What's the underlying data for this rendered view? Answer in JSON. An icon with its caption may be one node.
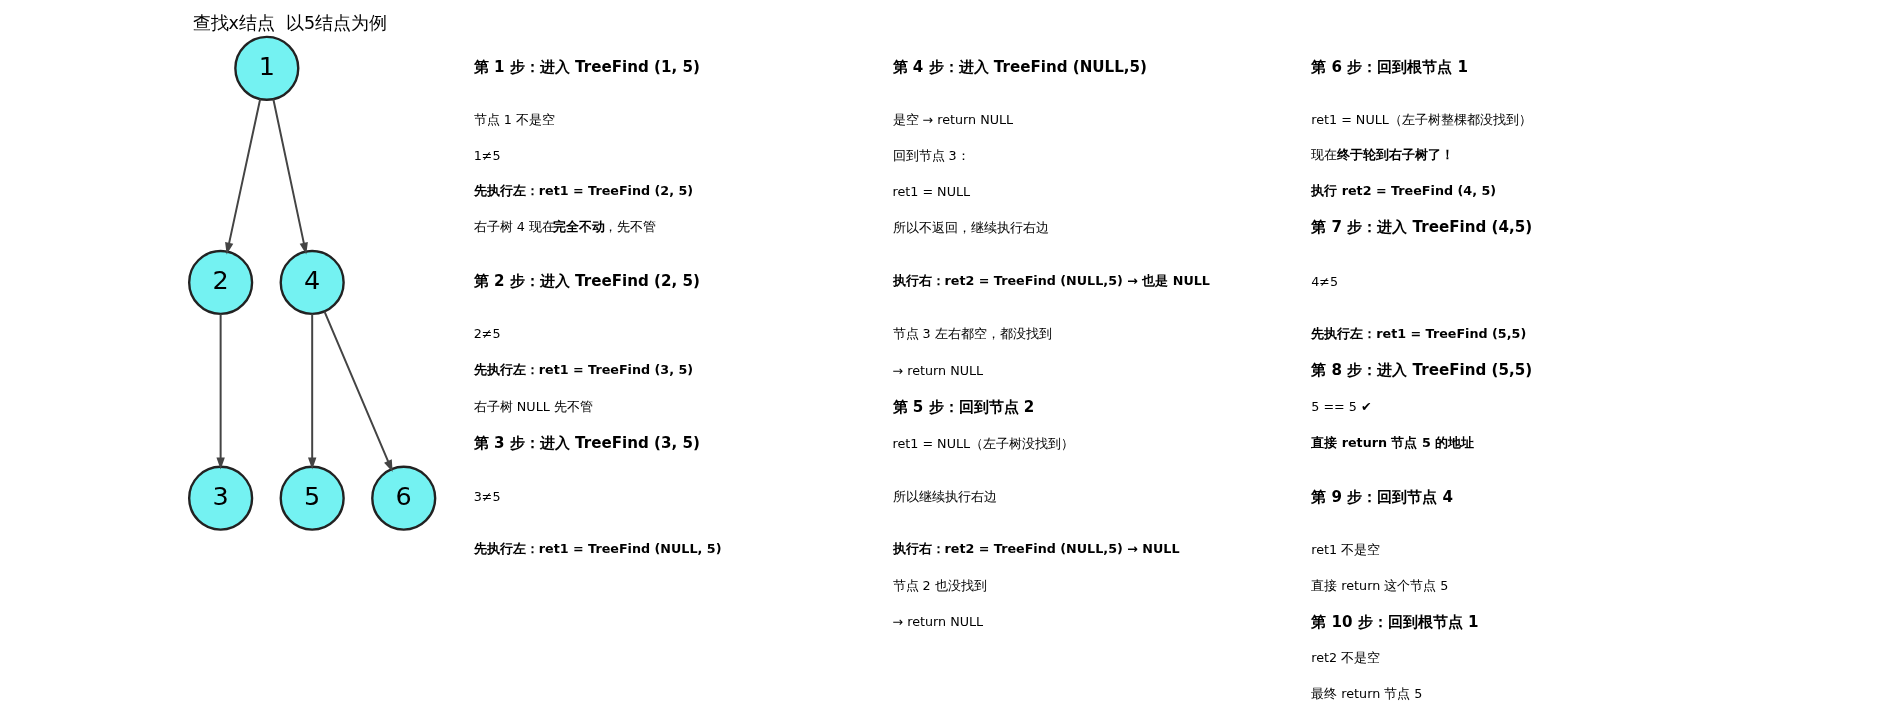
{
  "diagram": {
    "title": "查找x结点  以5结点为例",
    "nodes": [
      {
        "text": [
          "1"
        ]
      },
      {
        "text": [
          "2"
        ]
      },
      {
        "text": [
          "4"
        ]
      },
      {
        "text": [
          "3"
        ]
      },
      {
        "text": [
          "5"
        ]
      },
      {
        "text": [
          "6"
        ]
      }
    ],
    "edges": [
      {
        "from": 0,
        "to": 1,
        "arrow": "to"
      },
      {
        "from": 0,
        "to": 2,
        "arrow": "to"
      },
      {
        "from": 1,
        "to": 3,
        "arrow": "to"
      },
      {
        "from": 2,
        "to": 4,
        "arrow": "to"
      },
      {
        "from": 2,
        "to": 5,
        "arrow": "to"
      }
    ],
    "labels": [
      "第 1 步：进入 TreeFind (1, 5)",
      "节点 1 不是空",
      "1≠5",
      "先执行左：ret1 = TreeFind (2, 5)",
      "右子树 4 现在**完全不动**，先不管",
      "第 2 步：进入 TreeFind (2, 5)",
      "2≠5",
      "先执行左：ret1 = TreeFind (3, 5)",
      "右子树 NULL 先不管",
      "第 3 步：进入 TreeFind (3, 5)",
      "3≠5",
      "先执行左：ret1 = TreeFind (NULL, 5)",
      "第 4 步：进入 TreeFind (NULL,5)",
      "是空 → return NULL",
      "回到节点 3：",
      "ret1 = NULL",
      "所以不返回，继续执行右边",
      "执行右：ret2 = TreeFind (NULL,5) → 也是 NULL",
      "节点 3 左右都空，都没找到",
      "→ return NULL",
      "第 5 步：回到节点 2",
      "ret1 = NULL（左子树没找到）",
      "所以继续执行右边",
      "执行右：ret2 = TreeFind (NULL,5) → NULL",
      "节点 2 也没找到",
      "→ return NULL",
      "第 6 步：回到根节点 1",
      "ret1 = NULL（左子树整棵都没找到）",
      "现在**终于轮到右子树了！**",
      "执行 ret2 = TreeFind (4, 5)",
      "第 7 步：进入 TreeFind (4,5)",
      "4≠5",
      "先执行左：ret1 = TreeFind (5,5)",
      "第 8 步：进入 TreeFind (5,5)",
      "5 == 5 ✔",
      "直接 return 节点 5 的地址",
      "第 9 步：回到节点 4",
      "ret1 不是空",
      "直接 return 这个节点 5",
      "第 10 步：回到根节点 1",
      "ret2 不是空",
      "最终 return 节点 5"
    ]
  }
}
